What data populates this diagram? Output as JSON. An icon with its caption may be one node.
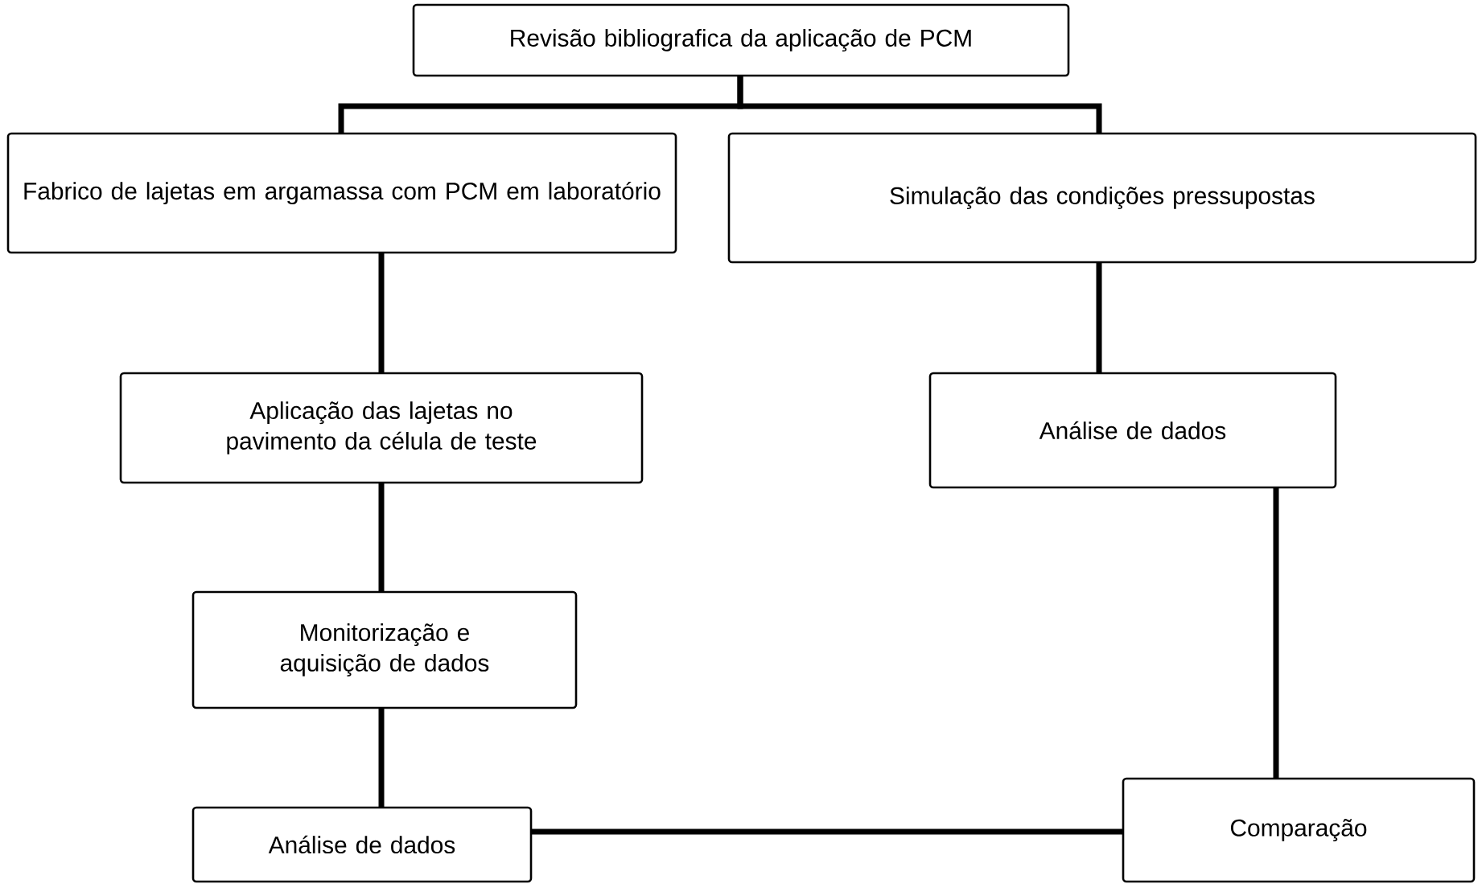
{
  "diagram": {
    "nodes": [
      {
        "text": [
          "Revisão bibliografica da aplicação de PCM"
        ]
      },
      {
        "text": [
          "Fabrico de lajetas em argamassa com PCM em laboratório"
        ]
      },
      {
        "text": [
          "Simulação das condições pressupostas"
        ]
      },
      {
        "text": [
          "Aplicação das lajetas no pavimento da célula de teste"
        ]
      },
      {
        "text": [
          "Monitorização e aquisição de dados"
        ]
      },
      {
        "text": [
          "Análise de dados"
        ]
      },
      {
        "text": [
          "Análise de dados"
        ]
      },
      {
        "text": [
          "Comparação"
        ]
      }
    ],
    "edges": [
      {
        "from": 0,
        "to": 1,
        "arrow": "none"
      },
      {
        "from": 0,
        "to": 2,
        "arrow": "none"
      },
      {
        "from": 1,
        "to": 3,
        "arrow": "none"
      },
      {
        "from": 3,
        "to": 4,
        "arrow": "none"
      },
      {
        "from": 4,
        "to": 5,
        "arrow": "none"
      },
      {
        "from": 2,
        "to": 6,
        "arrow": "none"
      },
      {
        "from": 6,
        "to": 7,
        "arrow": "none"
      },
      {
        "from": 5,
        "to": 7,
        "arrow": "none"
      }
    ]
  }
}
